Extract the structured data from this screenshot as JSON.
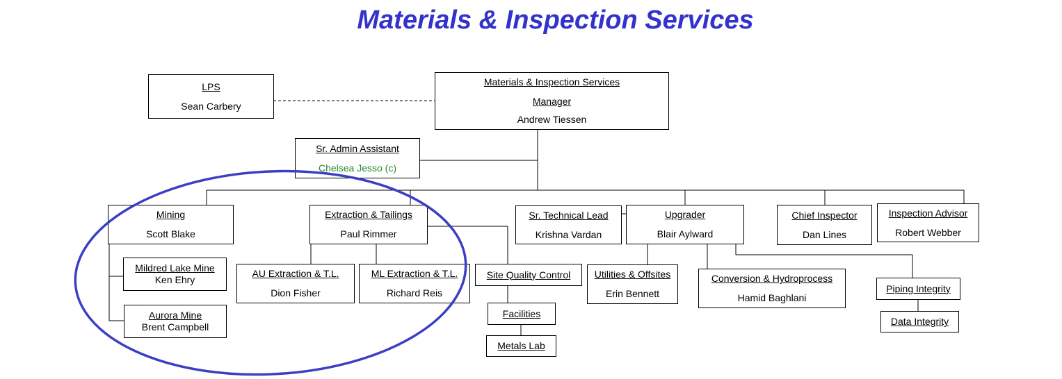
{
  "title": "Materials & Inspection Services",
  "colors": {
    "title": "#3333cc",
    "highlight": "#3a3fc4",
    "contractor": "#2a8a2a"
  },
  "nodes": {
    "manager": {
      "title": "Materials & Inspection Services",
      "role": "Manager",
      "name": "Andrew Tiessen"
    },
    "lps": {
      "title": "LPS",
      "name": "Sean Carbery"
    },
    "admin": {
      "title": "Sr. Admin Assistant",
      "name": "Chelsea Jesso (c)"
    },
    "mining": {
      "title": "Mining",
      "name": "Scott Blake"
    },
    "mildred": {
      "title": "Mildred Lake Mine",
      "name": "Ken Ehry"
    },
    "aurora": {
      "title": "Aurora Mine",
      "name": "Brent Campbell"
    },
    "extraction": {
      "title": "Extraction & Tailings",
      "name": "Paul Rimmer"
    },
    "au_extraction": {
      "title": "AU Extraction & T.L.",
      "name": "Dion Fisher"
    },
    "ml_extraction": {
      "title": "ML Extraction & T.L.",
      "name": "Richard Reis"
    },
    "site_quality": {
      "title": "Site Quality Control"
    },
    "facilities": {
      "title": "Facilities"
    },
    "metals_lab": {
      "title": "Metals Lab"
    },
    "tech_lead": {
      "title": "Sr. Technical Lead",
      "name": "Krishna Vardan"
    },
    "upgrader": {
      "title": "Upgrader",
      "name": "Blair Aylward"
    },
    "utilities": {
      "title": "Utilities & Offsites",
      "name": "Erin Bennett"
    },
    "conversion": {
      "title": "Conversion & Hydroprocess",
      "name": "Hamid Baghlani"
    },
    "chief_inspector": {
      "title": "Chief Inspector",
      "name": "Dan Lines"
    },
    "inspection_advisor": {
      "title": "Inspection Advisor",
      "name": "Robert Webber"
    },
    "piping": {
      "title": "Piping Integrity"
    },
    "data_integrity": {
      "title": "Data Integrity"
    }
  }
}
